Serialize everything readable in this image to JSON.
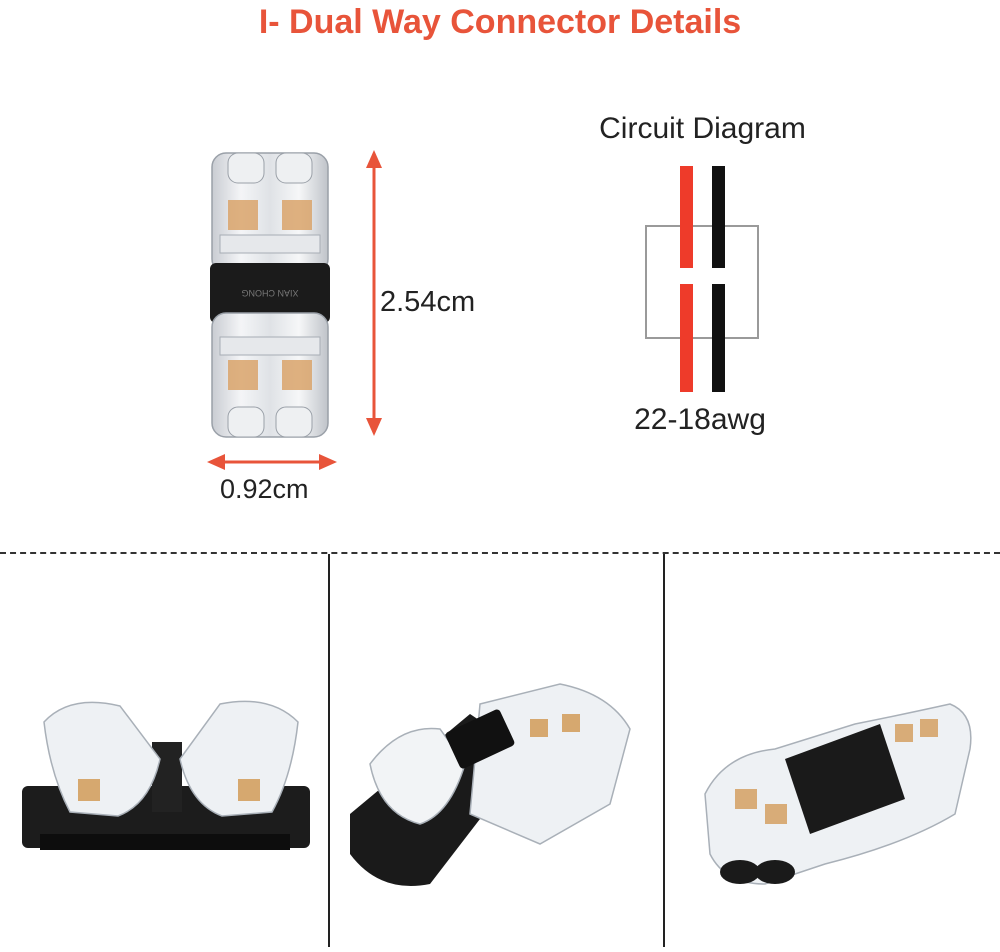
{
  "title": "I- Dual Way Connector Details",
  "dimensions": {
    "height_label": "2.54cm",
    "width_label": "0.92cm"
  },
  "circuit": {
    "title": "Circuit Diagram",
    "awg_label": "22-18awg"
  },
  "connector_marking": "XIAN CHONG",
  "colors": {
    "accent": "#e8543a",
    "wire_red": "#ee3b2a",
    "wire_black": "#111111",
    "arrow": "#e8543a",
    "box": "#9a9a9a"
  }
}
